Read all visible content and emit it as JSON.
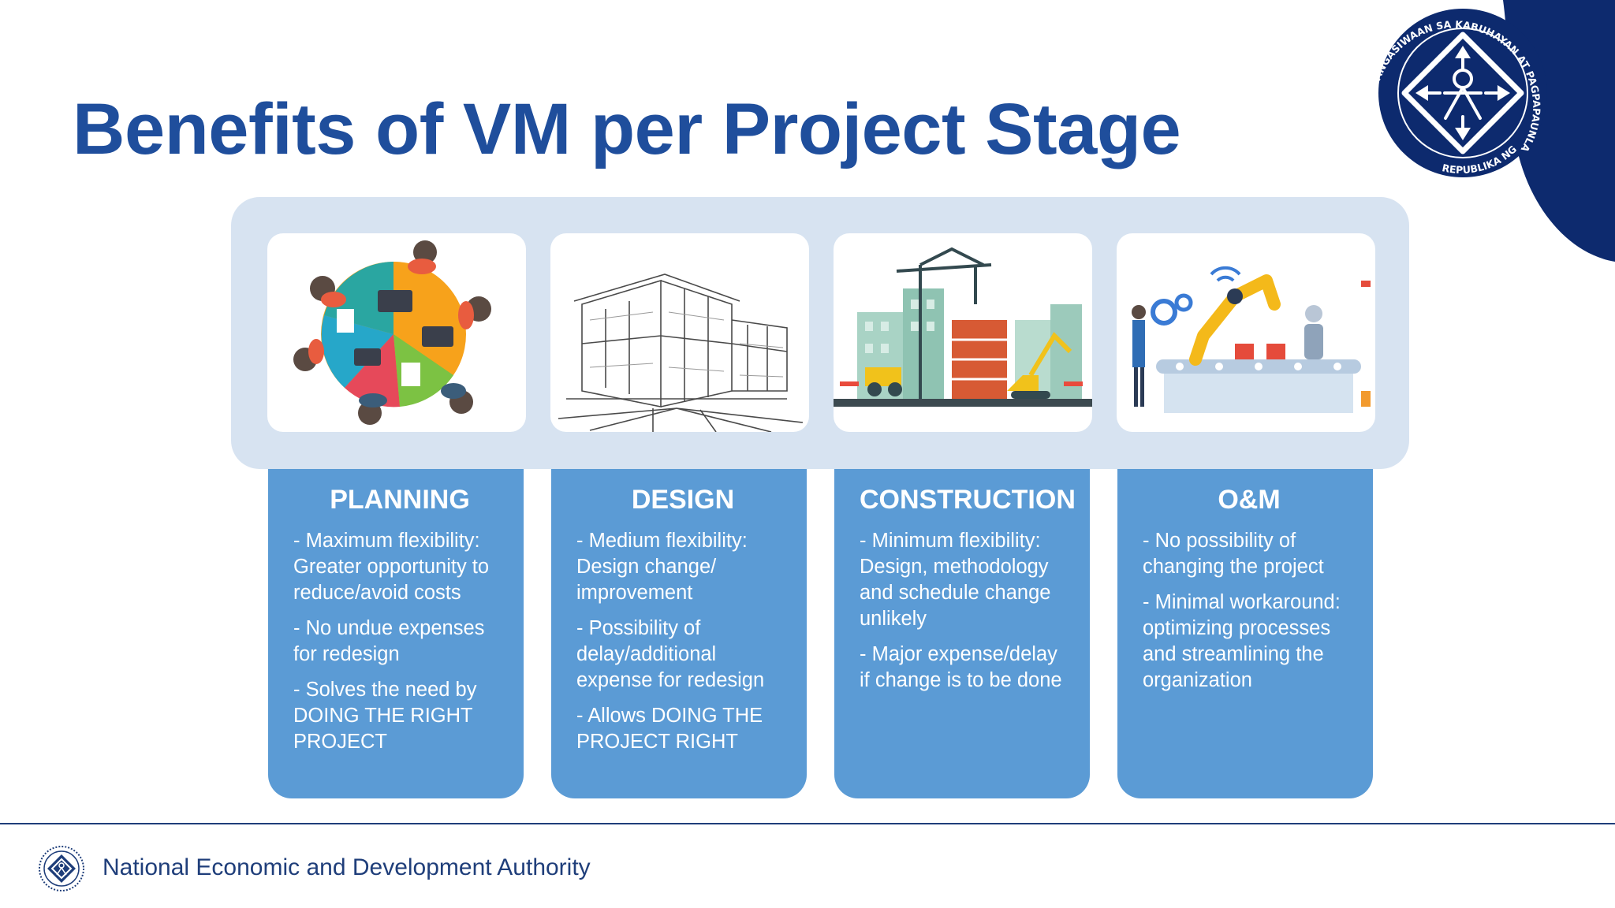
{
  "slide": {
    "title": "Benefits of VM per Project Stage"
  },
  "seal": {
    "ring_text_top": "PAMBANSANG PANGASIWAAN SA KABUHAYAN AT PAGPAPAUNLAD",
    "ring_text_bottom": "REPUBLIKA NG PILIPINAS"
  },
  "images": [
    {
      "icon": "meeting-table-illustration"
    },
    {
      "icon": "building-sketch-illustration"
    },
    {
      "icon": "construction-site-illustration"
    },
    {
      "icon": "robotic-factory-illustration"
    }
  ],
  "stages": [
    {
      "title": "PLANNING",
      "bullets": [
        "- Maximum flexibility: Greater opportunity to reduce/avoid costs",
        "- No undue expenses for redesign",
        "- Solves the need by DOING THE RIGHT PROJECT"
      ]
    },
    {
      "title": "DESIGN",
      "bullets": [
        "- Medium flexibility: Design change/ improvement",
        "- Possibility of delay/additional expense for redesign",
        "- Allows DOING THE PROJECT RIGHT"
      ]
    },
    {
      "title": "CONSTRUCTION",
      "bullets": [
        "- Minimum flexibility: Design, methodology and schedule change unlikely",
        "- Major expense/delay if change is to be done"
      ]
    },
    {
      "title": "O&M",
      "bullets": [
        "- No possibility of changing the project",
        "- Minimal workaround: optimizing processes and streamlining the organization"
      ]
    }
  ],
  "footer": {
    "organization": "National Economic and Development Authority"
  },
  "colors": {
    "title": "#1f4e9c",
    "navy": "#0d2a6e",
    "card": "#5b9bd5",
    "strip": "#d7e3f1"
  }
}
